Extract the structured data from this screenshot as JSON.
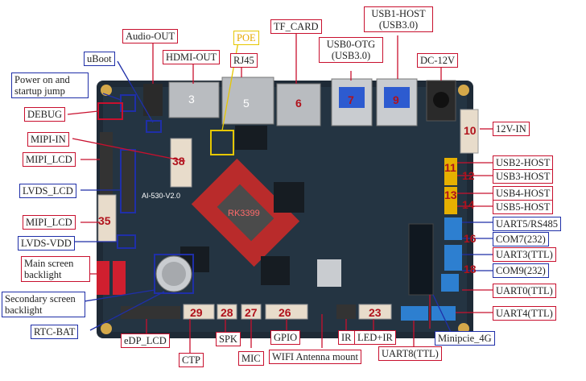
{
  "labels": {
    "audio_out": "Audio-OUT",
    "poe": "POE",
    "tf_card": "TF_CARD",
    "usb1_host": "USB1-HOST\n(USB3.0)",
    "uboot": "uBoot",
    "hdmi_out": "HDMI-OUT",
    "rj45": "RJ45",
    "usb0_otg": "USB0-OTG\n(USB3.0)",
    "dc_12v": "DC-12V",
    "power_jump": "Power on and startup jump",
    "debug": "DEBUG",
    "in_12v": "12V-IN",
    "mipi_in": "MIPI-IN",
    "mipi_lcd_top": "MIPI_LCD",
    "usb2_host": "USB2-HOST",
    "usb3_host": "USB3-HOST",
    "lvds_lcd": "LVDS_LCD",
    "usb4_host": "USB4-HOST",
    "usb5_host": "USB5-HOST",
    "mipi_lcd_bottom": "MIPI_LCD",
    "uart5_rs485": "UART5/RS485",
    "com7": "COM7(232)",
    "lvds_vdd": "LVDS-VDD",
    "uart3_ttl": "UART3(TTL)",
    "main_backlight": "Main screen backlight",
    "com9": "COM9(232)",
    "secondary_backlight": "Secondary screen backlight",
    "uart0_ttl": "UART0(TTL)",
    "uart4_ttl": "UART4(TTL)",
    "rtc_bat": "RTC-BAT",
    "edp_lcd": "eDP_LCD",
    "minipcie_4g": "Minipcie_4G",
    "spk": "SPK",
    "gpio": "GPIO",
    "ir": "IR",
    "led_ir": "LED+IR",
    "ctp": "CTP",
    "mic": "MIC",
    "wifi_antenna": "WIFI Antenna mount",
    "uart8_ttl": "UART8(TTL)"
  },
  "numbers": {
    "n3": "3",
    "n5": "5",
    "n6": "6",
    "n7": "7",
    "n9": "9",
    "n10": "10",
    "n11": "11",
    "n12": "12",
    "n13": "13",
    "n14": "14",
    "n16": "16",
    "n18": "18",
    "n23": "23",
    "n26": "26",
    "n27": "27",
    "n28": "28",
    "n29": "29",
    "n35": "35",
    "n38": "38"
  },
  "board": {
    "chip_text": "RK3399",
    "model_text": "AI-530-V2.0",
    "pcb_color": "#1e2a36",
    "accent_red": "#c8102e",
    "accent_blue": "#1f2fa8"
  }
}
